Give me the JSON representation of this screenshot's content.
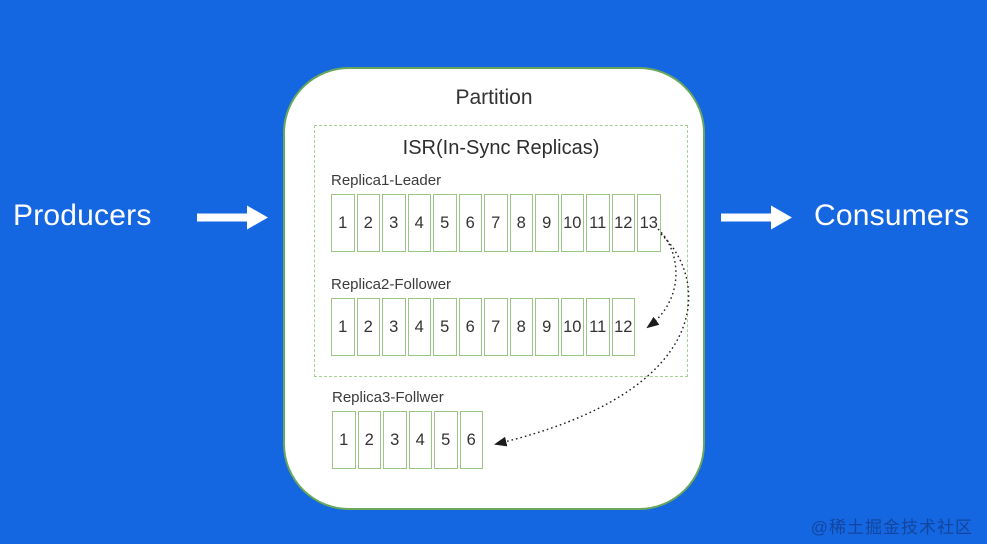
{
  "flow": {
    "producers_label": "Producers",
    "consumers_label": "Consumers"
  },
  "partition": {
    "title": "Partition",
    "isr_title": "ISR(In-Sync Replicas)",
    "replicas": [
      {
        "label": "Replica1-Leader",
        "cells": [
          "1",
          "2",
          "3",
          "4",
          "5",
          "6",
          "7",
          "8",
          "9",
          "10",
          "11",
          "12",
          "13"
        ]
      },
      {
        "label": "Replica2-Follower",
        "cells": [
          "1",
          "2",
          "3",
          "4",
          "5",
          "6",
          "7",
          "8",
          "9",
          "10",
          "11",
          "12"
        ]
      },
      {
        "label": "Replica3-Follwer",
        "cells": [
          "1",
          "2",
          "3",
          "4",
          "5",
          "6"
        ]
      }
    ]
  },
  "watermark": "@稀土掘金技术社区",
  "colors": {
    "background": "#1467e0",
    "panel": "#ffffff",
    "panel_border": "#68a75c",
    "isr_border": "#a9cf97",
    "cell_border": "#9cc687",
    "text_dark": "#333333",
    "label_dark": "#3b3b3b",
    "arrow_white": "#ffffff",
    "dotted_arrow": "#1c1c1c",
    "watermark": "rgba(18,46,116,0.60)"
  }
}
